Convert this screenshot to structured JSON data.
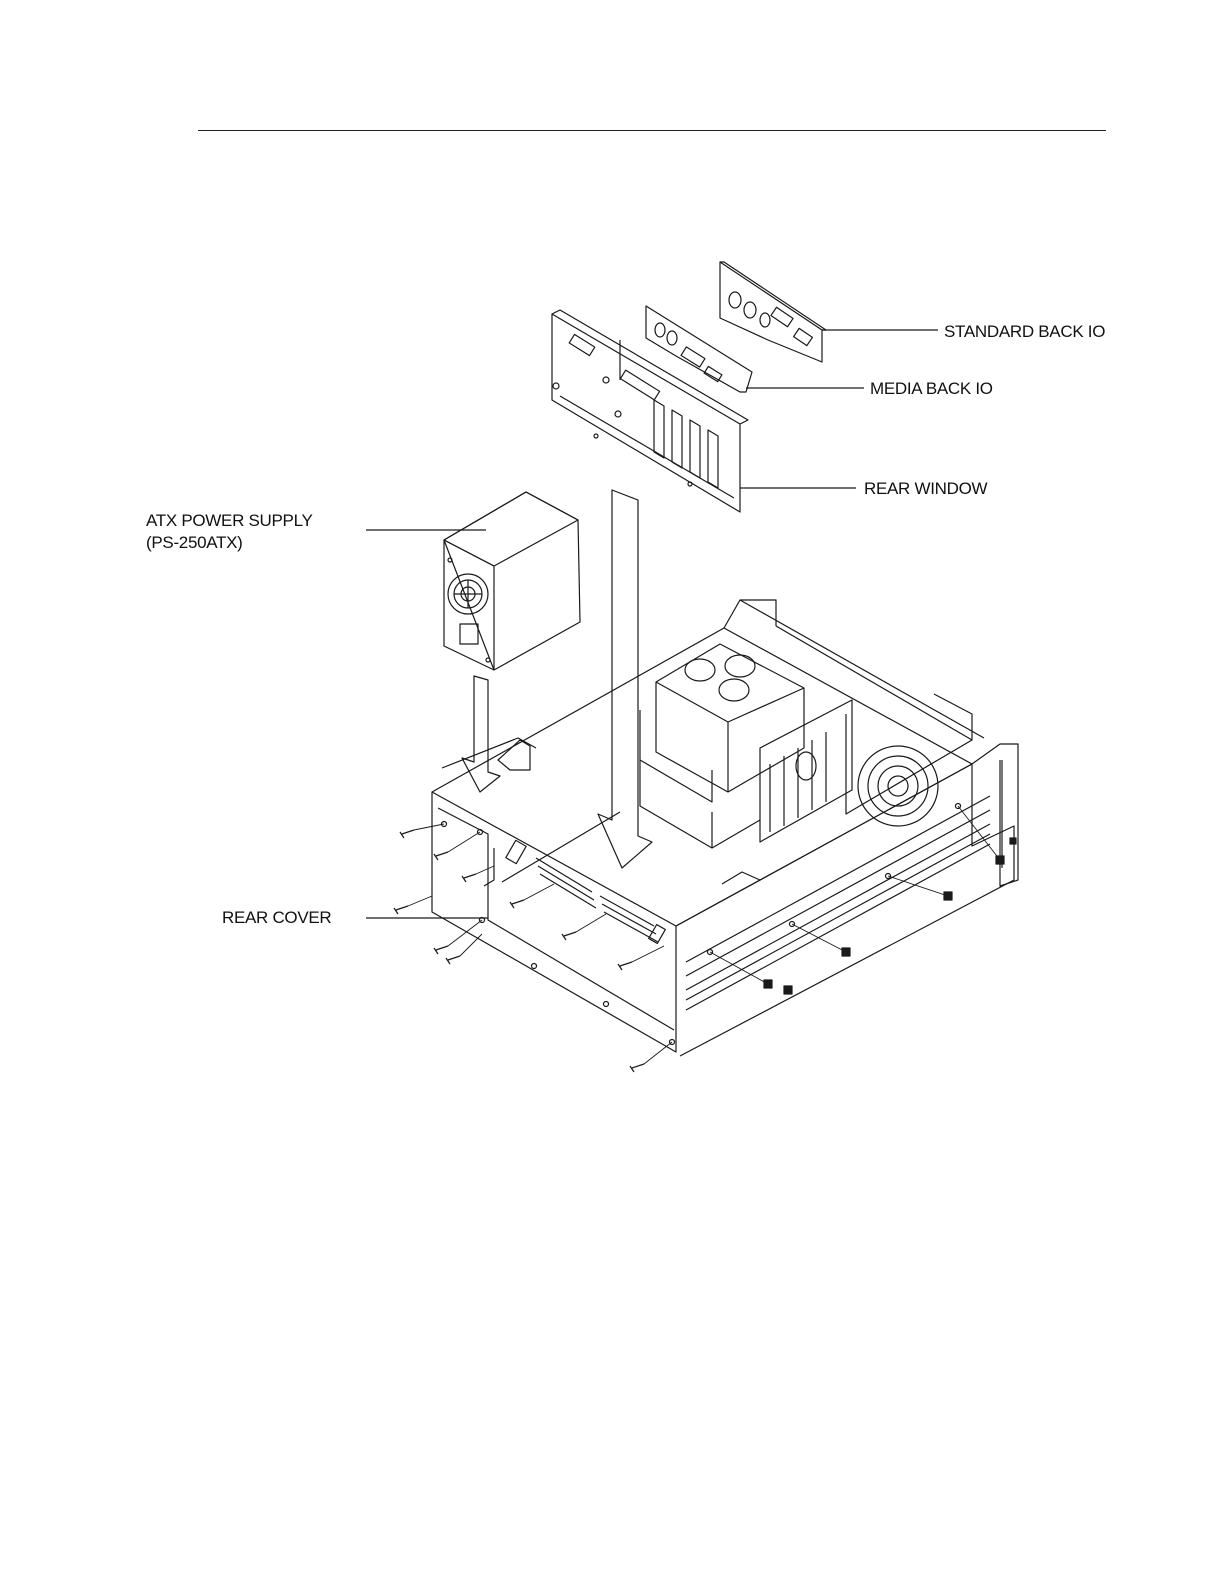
{
  "labels": {
    "standard_back_io": "STANDARD BACK IO",
    "media_back_io": "MEDIA BACK IO",
    "rear_window": "REAR WINDOW",
    "atx_power_supply_line1": "ATX POWER SUPPLY",
    "atx_power_supply_line2": "(PS-250ATX)",
    "rear_cover": "REAR COVER"
  }
}
